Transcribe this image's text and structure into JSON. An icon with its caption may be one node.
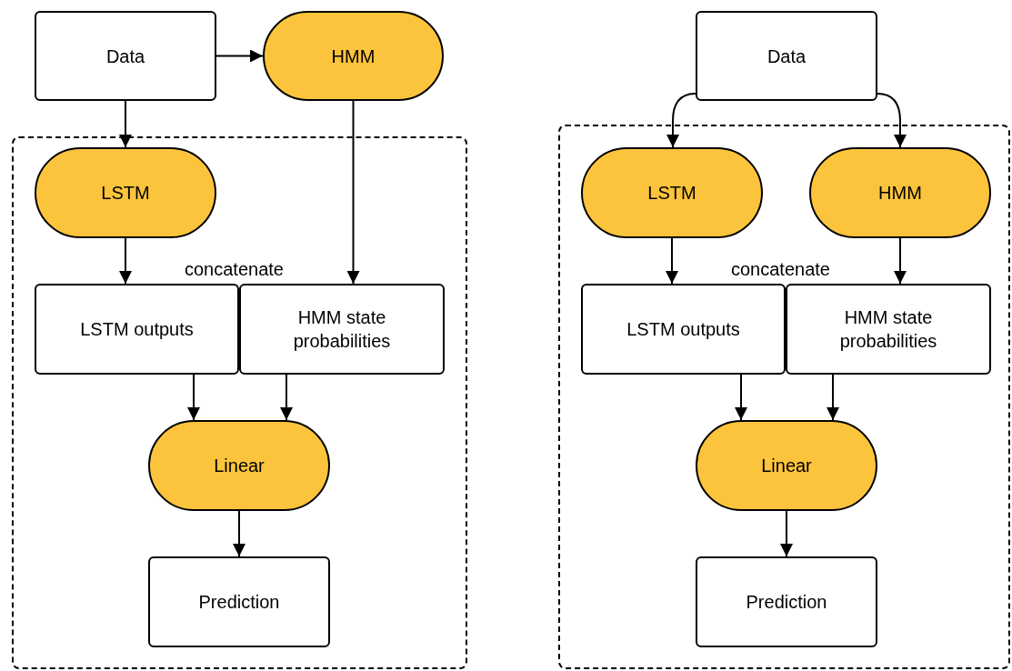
{
  "diagram": {
    "nodes": [
      {
        "text": [
          "Data"
        ]
      },
      {
        "text": [
          "HMM"
        ]
      },
      {
        "text": [],
        "shape": "box"
      },
      {
        "text": [
          "LSTM"
        ],
        "in": 2
      },
      {
        "text": [
          "LSTM outputs"
        ],
        "in": 2
      },
      {
        "text": [
          "HMM state probabilities"
        ],
        "in": 2
      },
      {
        "text": [
          "Linear"
        ],
        "in": 2
      },
      {
        "text": [
          "Prediction"
        ],
        "in": 2
      },
      {
        "text": [
          "Data"
        ]
      },
      {
        "text": [],
        "shape": "box"
      },
      {
        "text": [
          "LSTM"
        ],
        "in": 9
      },
      {
        "text": [
          "HMM"
        ],
        "in": 9
      },
      {
        "text": [
          "LSTM outputs"
        ],
        "in": 9
      },
      {
        "text": [
          "HMM state probabilities"
        ],
        "in": 9
      },
      {
        "text": [
          "Linear"
        ],
        "in": 9
      },
      {
        "text": [
          "Prediction"
        ],
        "in": 9
      }
    ],
    "edges": [
      {
        "from": 0,
        "to": 1,
        "arrow": "to"
      },
      {
        "from": 0,
        "to": 3,
        "arrow": "to"
      },
      {
        "from": 1,
        "to": 5,
        "arrow": "to"
      },
      {
        "from": 3,
        "to": 4,
        "arrow": "to"
      },
      {
        "from": 4,
        "to": 6,
        "arrow": "to"
      },
      {
        "from": 5,
        "to": 6,
        "arrow": "to"
      },
      {
        "from": 6,
        "to": 7,
        "arrow": "to"
      },
      {
        "from": 8,
        "to": 10,
        "arrow": "to"
      },
      {
        "from": 8,
        "to": 11,
        "arrow": "to"
      },
      {
        "from": 10,
        "to": 12,
        "arrow": "to"
      },
      {
        "from": 11,
        "to": 13,
        "arrow": "to"
      },
      {
        "from": 12,
        "to": 14,
        "arrow": "to"
      },
      {
        "from": 13,
        "to": 14,
        "arrow": "to"
      },
      {
        "from": 14,
        "to": 15,
        "arrow": "to"
      }
    ],
    "labels": [
      "concatenate",
      "concatenate"
    ]
  }
}
